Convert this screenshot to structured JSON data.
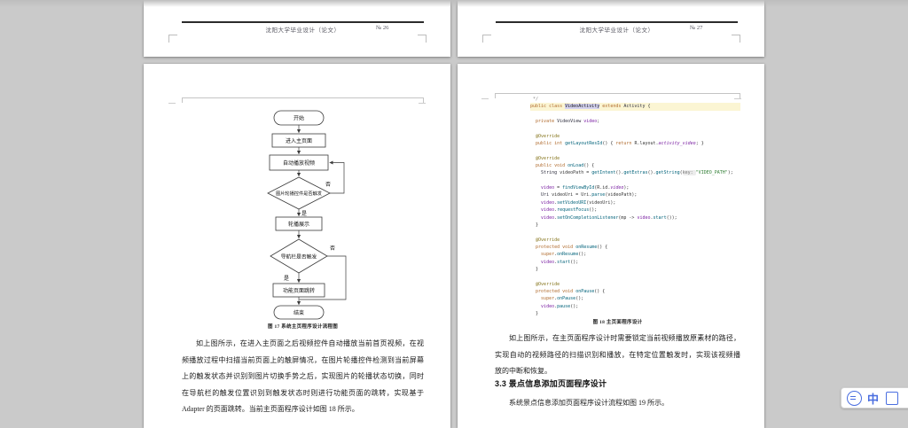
{
  "header": {
    "title": "沈阳大学毕业设计（论文）",
    "page_no_left": "№ 26",
    "page_no_right": "№ 27"
  },
  "left_page": {
    "flowchart": {
      "start": "开始",
      "enter": "进入主页面",
      "autoplay": "自动播放视频",
      "decide_carousel": "图片轮播控件是否触发",
      "carousel": "轮播展示",
      "decide_nav": "导航栏是否触发",
      "jump": "功能页面跳转",
      "end": "结束",
      "yes": "是",
      "no": "否"
    },
    "caption": "图 17 系统主页程序设计流程图",
    "paragraph_lines": [
      "如上图所示，在进入主页面之后视频控件自动播放当前首页视频，在视",
      "频播放过程中扫描当前页面上的触屏情况，在图片轮播控件检测到当前屏幕",
      "上的触发状态并识别到图片切换手势之后，实现图片的轮播状态切换，同时",
      "在导航栏的触发位置识别到触发状态时则进行功能页面的跳转，实现基于",
      "Adapter 的页面跳转。当前主页面程序设计如图 18 所示。"
    ]
  },
  "right_page": {
    "code": {
      "highlight": 1,
      "lines": [
        [
          [
            "c",
            " */"
          ]
        ],
        [
          [
            "k",
            "public class "
          ],
          [
            "S",
            "VideoActivity"
          ],
          [
            "k",
            " extends "
          ],
          [
            "t",
            "Activity"
          ],
          [
            "p",
            " {"
          ]
        ],
        [],
        [
          [
            "p",
            "  "
          ],
          [
            "k",
            "private "
          ],
          [
            "t",
            "VideoView "
          ],
          [
            "f",
            "video"
          ],
          [
            "p",
            ";"
          ]
        ],
        [],
        [
          [
            "p",
            "  "
          ],
          [
            "a",
            "@Override"
          ]
        ],
        [
          [
            "p",
            "  "
          ],
          [
            "k",
            "public int "
          ],
          [
            "m",
            "getLayoutResId"
          ],
          [
            "p",
            "() { "
          ],
          [
            "k",
            "return "
          ],
          [
            "p",
            "R.layout."
          ],
          [
            "fi",
            "activity_video"
          ],
          [
            "p",
            "; }"
          ]
        ],
        [],
        [
          [
            "p",
            "  "
          ],
          [
            "a",
            "@Override"
          ]
        ],
        [
          [
            "p",
            "  "
          ],
          [
            "k",
            "public void "
          ],
          [
            "m",
            "onLoad"
          ],
          [
            "p",
            "() {"
          ]
        ],
        [
          [
            "p",
            "    "
          ],
          [
            "t",
            "String "
          ],
          [
            "p",
            "videoPath = "
          ],
          [
            "m",
            "getIntent"
          ],
          [
            "p",
            "()."
          ],
          [
            "m",
            "getExtras"
          ],
          [
            "p",
            "()."
          ],
          [
            "m",
            "getString"
          ],
          [
            "p",
            "("
          ],
          [
            "h",
            "key: "
          ],
          [
            "s",
            "\"VIDEO_PATH\""
          ],
          [
            "p",
            ");"
          ]
        ],
        [],
        [
          [
            "p",
            "    "
          ],
          [
            "f",
            "video"
          ],
          [
            "p",
            " = "
          ],
          [
            "m",
            "findViewById"
          ],
          [
            "p",
            "(R.id."
          ],
          [
            "fi",
            "video"
          ],
          [
            "p",
            ");"
          ]
        ],
        [
          [
            "p",
            "    "
          ],
          [
            "t",
            "Uri "
          ],
          [
            "p",
            "videoUri = Uri."
          ],
          [
            "m",
            "parse"
          ],
          [
            "p",
            "(videoPath);"
          ]
        ],
        [
          [
            "p",
            "    "
          ],
          [
            "f",
            "video"
          ],
          [
            "p",
            "."
          ],
          [
            "m",
            "setVideoURI"
          ],
          [
            "p",
            "(videoUri);"
          ]
        ],
        [
          [
            "p",
            "    "
          ],
          [
            "f",
            "video"
          ],
          [
            "p",
            "."
          ],
          [
            "m",
            "requestFocus"
          ],
          [
            "p",
            "();"
          ]
        ],
        [
          [
            "p",
            "    "
          ],
          [
            "f",
            "video"
          ],
          [
            "p",
            "."
          ],
          [
            "m",
            "setOnCompletionListener"
          ],
          [
            "p",
            "(mp -> "
          ],
          [
            "f",
            "video"
          ],
          [
            "p",
            "."
          ],
          [
            "m",
            "start"
          ],
          [
            "p",
            "());"
          ]
        ],
        [
          [
            "p",
            "  }"
          ]
        ],
        [],
        [
          [
            "p",
            "  "
          ],
          [
            "a",
            "@Override"
          ]
        ],
        [
          [
            "p",
            "  "
          ],
          [
            "k",
            "protected void "
          ],
          [
            "m",
            "onResume"
          ],
          [
            "p",
            "() {"
          ]
        ],
        [
          [
            "p",
            "    "
          ],
          [
            "k",
            "super"
          ],
          [
            "p",
            "."
          ],
          [
            "m",
            "onResume"
          ],
          [
            "p",
            "();"
          ]
        ],
        [
          [
            "p",
            "    "
          ],
          [
            "f",
            "video"
          ],
          [
            "p",
            "."
          ],
          [
            "m",
            "start"
          ],
          [
            "p",
            "();"
          ]
        ],
        [
          [
            "p",
            "  }"
          ]
        ],
        [],
        [
          [
            "p",
            "  "
          ],
          [
            "a",
            "@Override"
          ]
        ],
        [
          [
            "p",
            "  "
          ],
          [
            "k",
            "protected void "
          ],
          [
            "m",
            "onPause"
          ],
          [
            "p",
            "() {"
          ]
        ],
        [
          [
            "p",
            "    "
          ],
          [
            "k",
            "super"
          ],
          [
            "p",
            "."
          ],
          [
            "m",
            "onPause"
          ],
          [
            "p",
            "();"
          ]
        ],
        [
          [
            "p",
            "    "
          ],
          [
            "f",
            "video"
          ],
          [
            "p",
            "."
          ],
          [
            "m",
            "pause"
          ],
          [
            "p",
            "();"
          ]
        ],
        [
          [
            "p",
            "  }"
          ]
        ]
      ]
    },
    "caption": "图 18 主页面程序设计",
    "paragraph_lines": [
      "如上图所示，在主页面程序设计时需要锁定当前视频播放原素材的路径，",
      "实现自动的视频路径的扫描识别和播放，在特定位置触发时，实现该视频播",
      "放的中断和恢复。"
    ],
    "heading": "3.3 景点信息添加页面程序设计",
    "paragraph2": "系统景点信息添加页面程序设计流程如图 19 所示。"
  },
  "ime": {
    "mode_label": "中"
  },
  "colors": {
    "desktop": "#cacaca",
    "ime_accent": "#4a6ee0",
    "code_highlight_line": "#fbf5d3"
  }
}
